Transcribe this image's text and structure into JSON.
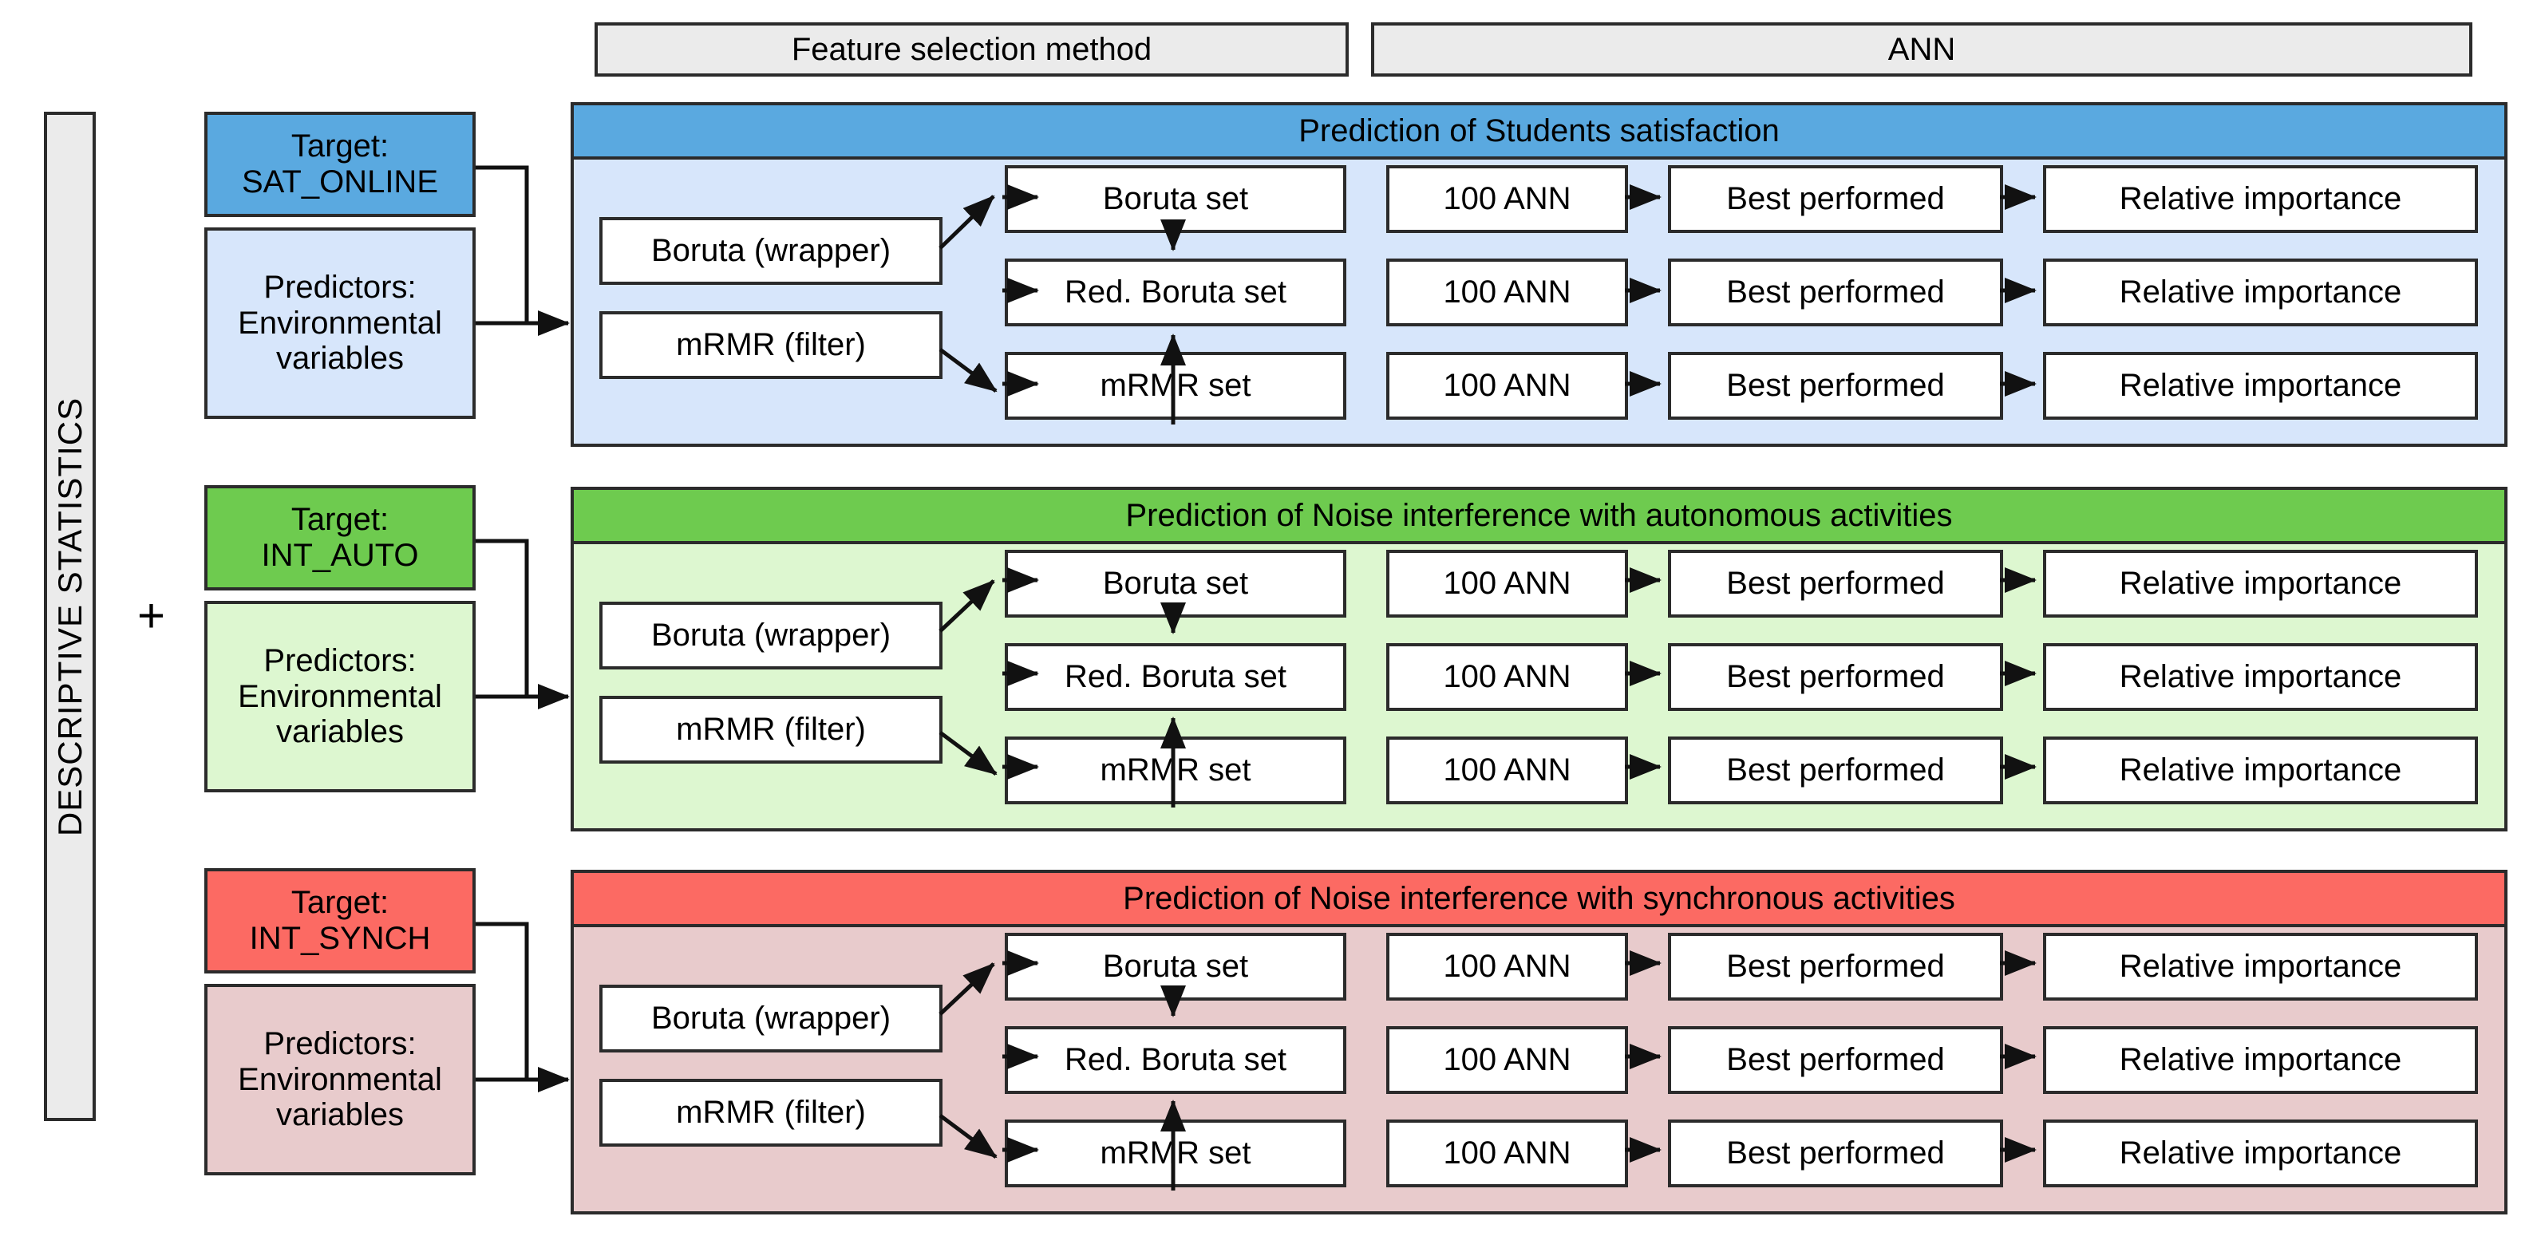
{
  "sidebar": {
    "label": "DESCRIPTIVE  STATISTICS",
    "plus": "+"
  },
  "column_headers": [
    {
      "id": "feature-selection-method",
      "label": "Feature selection method"
    },
    {
      "id": "ann",
      "label": "ANN"
    }
  ],
  "common": {
    "target_prefix": "Target:",
    "predictors_line1": "Predictors:",
    "predictors_line2": "Environmental",
    "predictors_line3": "variables",
    "methods": [
      {
        "id": "boruta-wrapper",
        "label": "Boruta (wrapper)"
      },
      {
        "id": "mrmr-filter",
        "label": "mRMR (filter)"
      }
    ],
    "pipeline_rows": [
      {
        "set": "Boruta set",
        "ann": "100 ANN",
        "best": "Best performed",
        "importance": "Relative importance"
      },
      {
        "set": "Red. Boruta set",
        "ann": "100 ANN",
        "best": "Best performed",
        "importance": "Relative importance"
      },
      {
        "set": "mRMR set",
        "ann": "100 ANN",
        "best": "Best performed",
        "importance": "Relative importance"
      }
    ]
  },
  "sections": [
    {
      "id": "sat-online",
      "target_name": "SAT_ONLINE",
      "panel_title": "Prediction of Students satisfaction",
      "colors": {
        "header": "#5aa9e0",
        "body": "#d7e6fb",
        "target": "#5aa9e0",
        "predictors": "#d7e6fb"
      }
    },
    {
      "id": "int-auto",
      "target_name": "INT_AUTO",
      "panel_title": "Prediction of Noise interference with autonomous activities",
      "colors": {
        "header": "#6ecb4f",
        "body": "#ddf7d0",
        "target": "#6ecb4f",
        "predictors": "#ddf7d0"
      }
    },
    {
      "id": "int-synch",
      "target_name": "INT_SYNCH",
      "panel_title": "Prediction of Noise interference with synchronous activities",
      "colors": {
        "header": "#fc6a63",
        "body": "#e8cbcc",
        "target": "#fc6a63",
        "predictors": "#e8cbcc"
      }
    }
  ]
}
